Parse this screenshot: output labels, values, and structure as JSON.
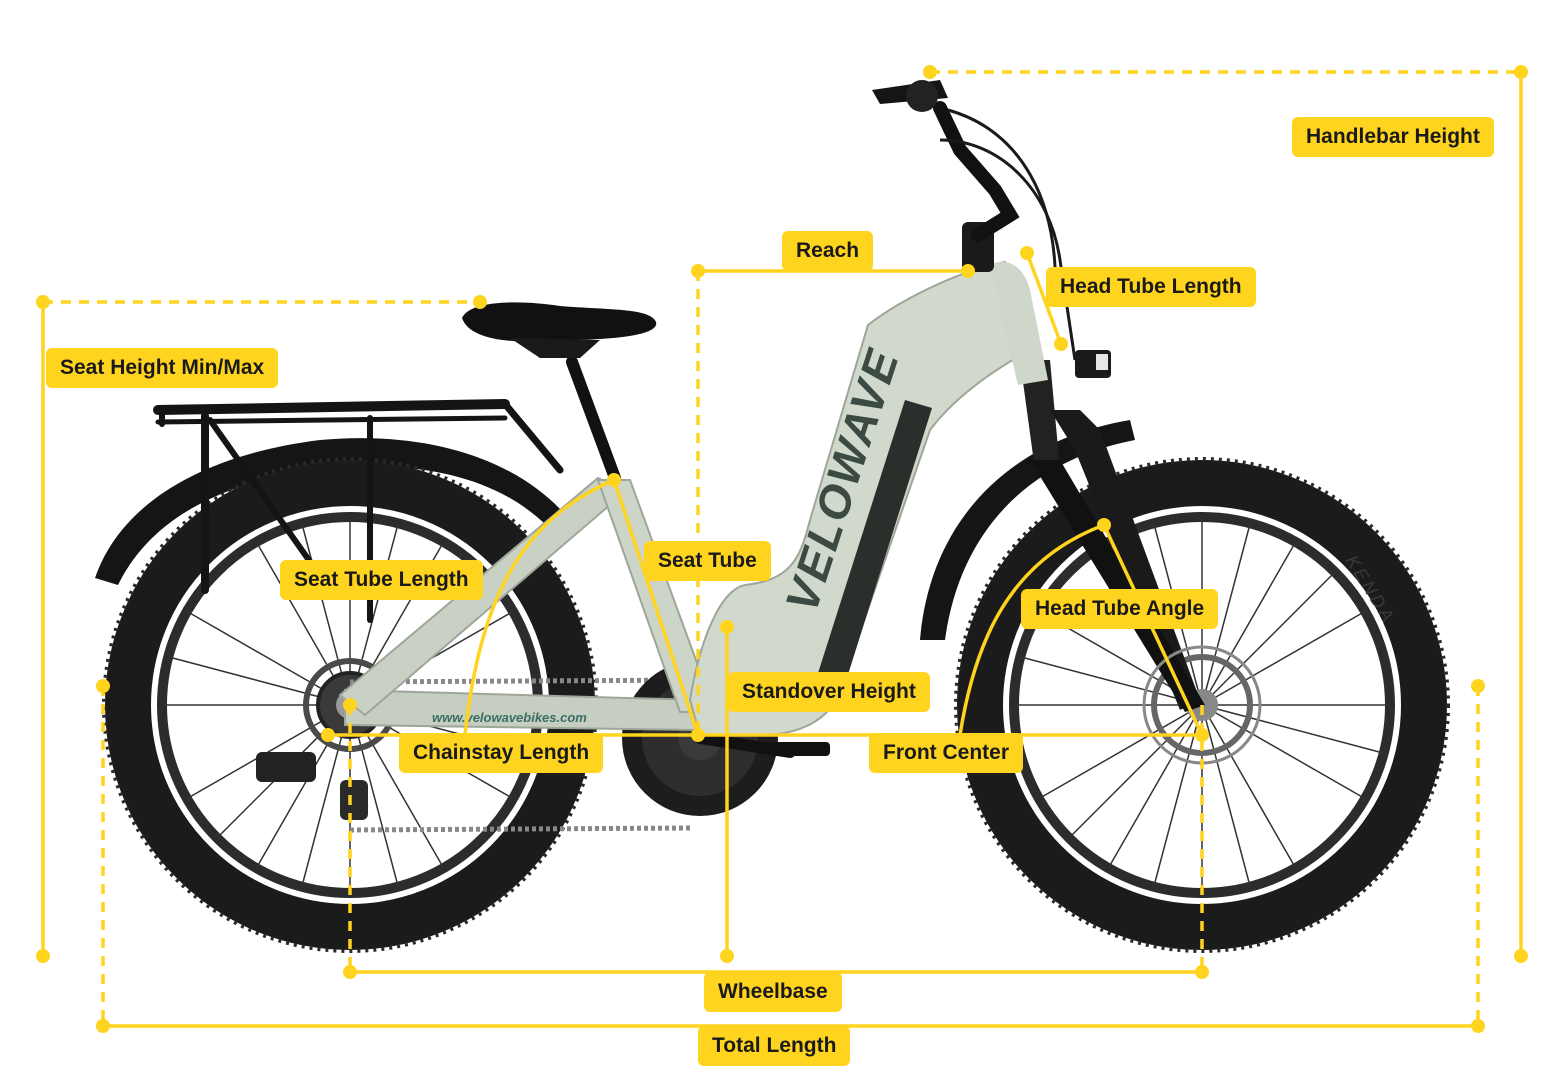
{
  "brand": {
    "wordmark": "VELOWAVE",
    "url": "www.velowavebikes.com",
    "tire_brand": "KENDA"
  },
  "colors": {
    "accent": "#FFD41F",
    "frame": "#CFD6CA",
    "tire": "#1B1B1B",
    "label_text": "#1A1A1A"
  },
  "labels": {
    "handlebar_height": "Handlebar Height",
    "reach": "Reach",
    "head_tube_length": "Head Tube Length",
    "seat_height": "Seat Height Min/Max",
    "seat_tube": "Seat Tube",
    "seat_tube_length": "Seat Tube Length",
    "head_tube_angle": "Head Tube Angle",
    "standover_height": "Standover Height",
    "chainstay_length": "Chainstay Length",
    "front_center": "Front Center",
    "wheelbase": "Wheelbase",
    "total_length": "Total Length"
  }
}
